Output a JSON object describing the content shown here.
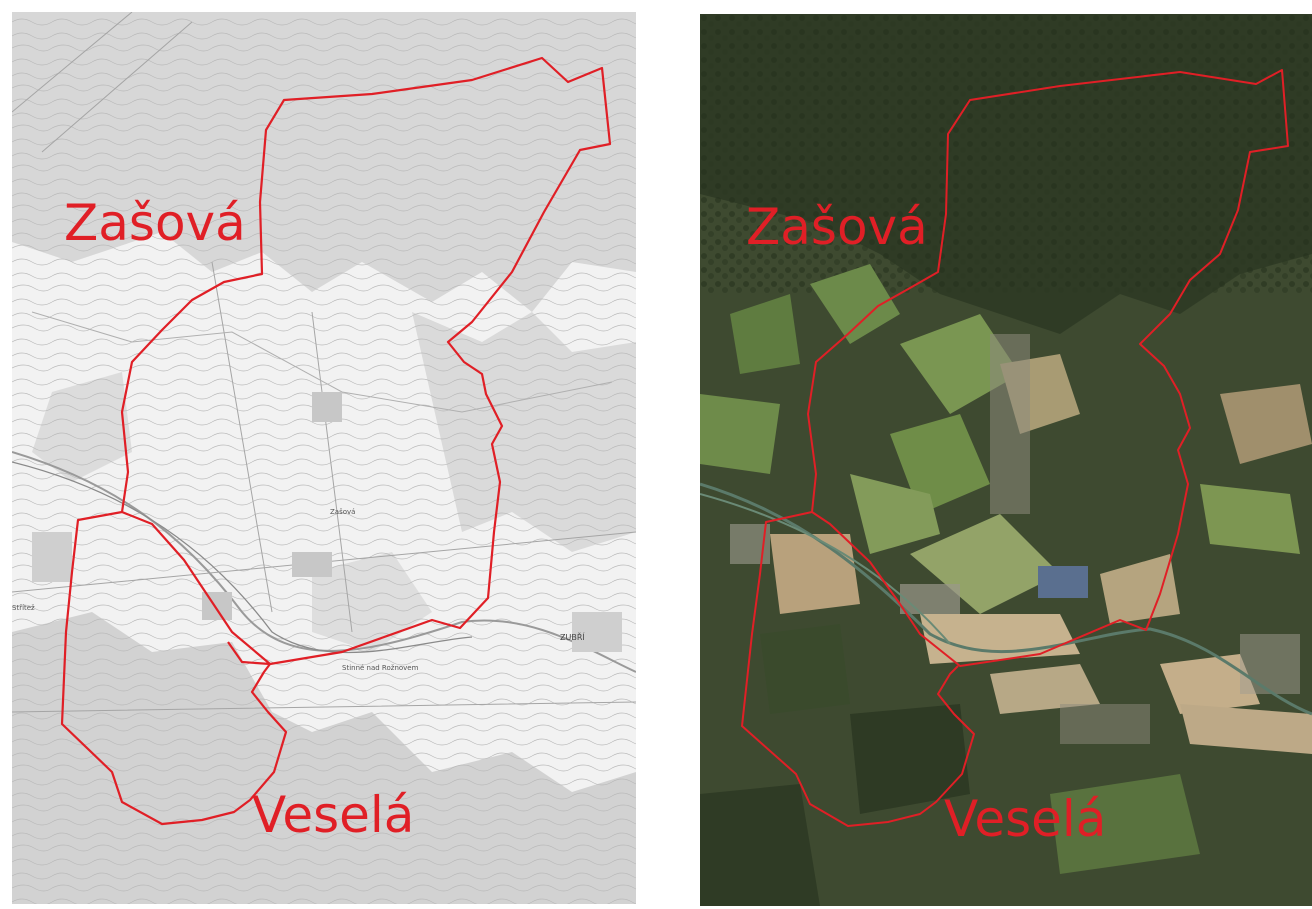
{
  "panels": [
    {
      "kind": "topographic-map",
      "labels": {
        "north": "Zašová",
        "south": "Veselá"
      },
      "small_labels": [
        "Zašová",
        "Stinné nad Rožnovem",
        "ZUBŘÍ",
        "Střítež"
      ]
    },
    {
      "kind": "satellite-map",
      "labels": {
        "north": "Zašová",
        "south": "Veselá"
      }
    }
  ],
  "colors": {
    "boundary": "#e01f26",
    "label": "#e01f26"
  }
}
